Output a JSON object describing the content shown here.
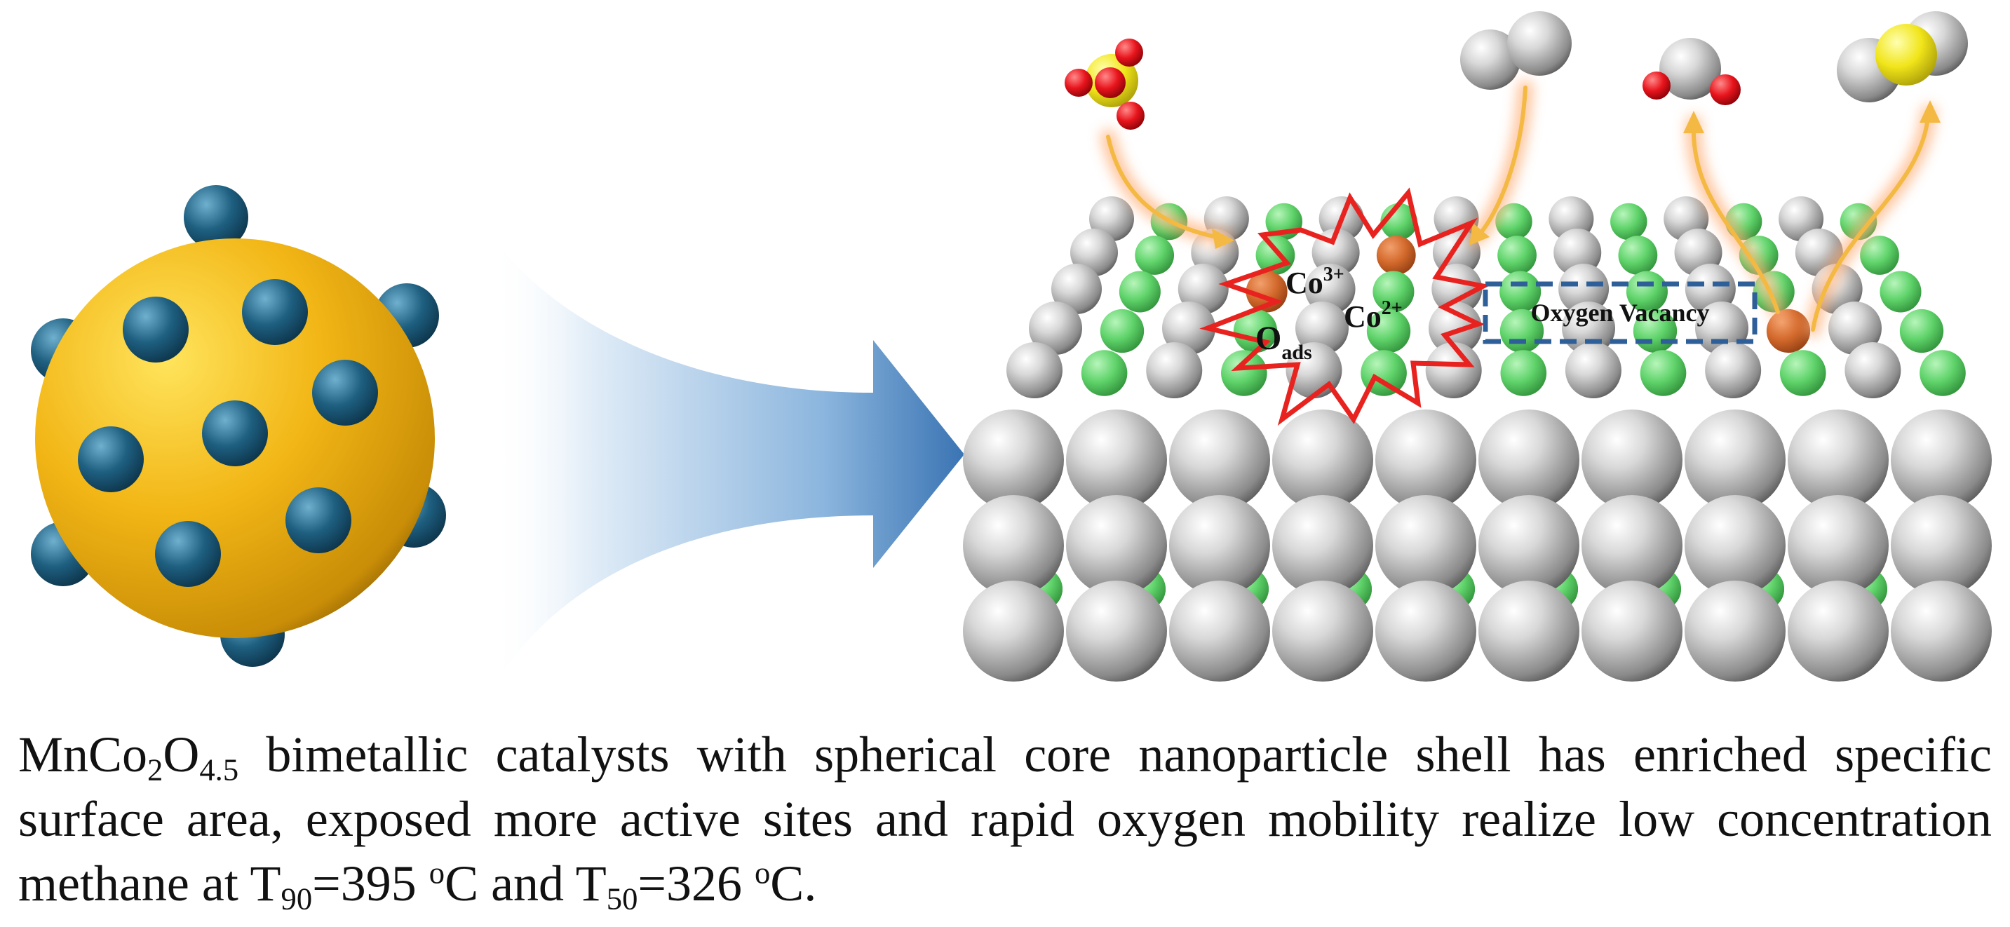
{
  "diagram": {
    "labels": {
      "co3": {
        "base": "Co",
        "sup": "3+"
      },
      "co2": {
        "base": "Co",
        "sup": "2+"
      },
      "oads": {
        "base": "O",
        "sub": "ads"
      },
      "vacancy": "Oxygen Vacancy"
    },
    "colors": {
      "core": "#f2b616",
      "shell_particle": "#1e5f80",
      "surface_atom": "#c7c7c7",
      "active_site": "#5fd36a",
      "dopant_site": "#d3692c",
      "arrow": "#4a86c4",
      "flow": "#f4b942",
      "burst": "#e8231f",
      "vacancy_box": "#2f5f99",
      "sulfur": "#f1e51a",
      "oxygen": "#e8141c"
    }
  },
  "caption": {
    "part1": "MnCo",
    "sub1": "2",
    "part2": "O",
    "sub2": "4.5",
    "part3": " bimetallic catalysts with spherical core nanoparticle shell has enriched specific surface area, exposed more active sites and rapid oxygen mobility realize low concentration methane at T",
    "sub3": "90",
    "part4": "=395 ",
    "sup1": "o",
    "part5": "C and T",
    "sub4": "50",
    "part6": "=326 ",
    "sup2": "o",
    "part7": "C."
  }
}
